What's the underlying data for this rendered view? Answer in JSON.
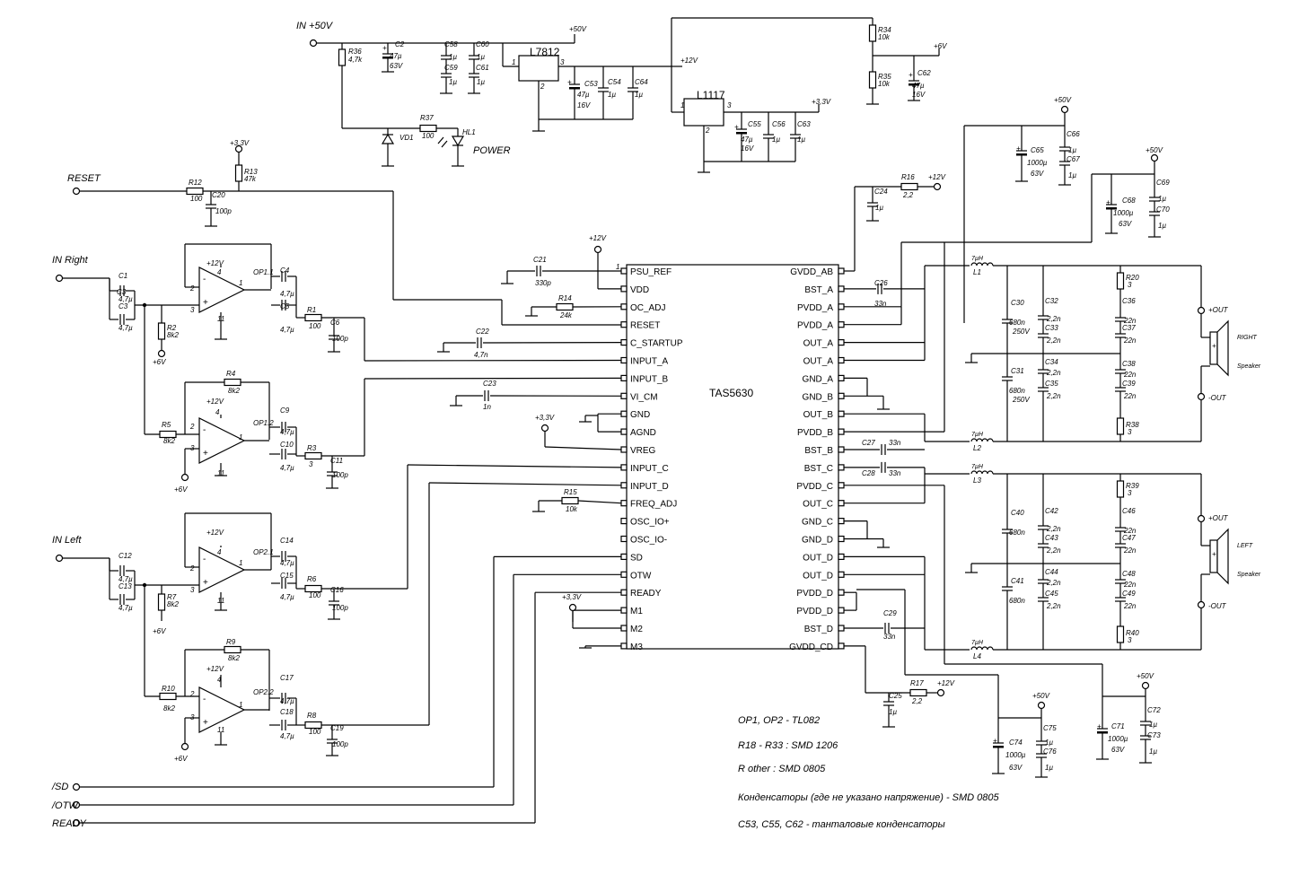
{
  "title": "",
  "ic": {
    "name": "TAS5630",
    "left_pins": [
      "PSU_REF",
      "VDD",
      "OC_ADJ",
      "RESET",
      "C_STARTUP",
      "INPUT_A",
      "INPUT_B",
      "VI_CM",
      "GND",
      "AGND",
      "VREG",
      "INPUT_C",
      "INPUT_D",
      "FREQ_ADJ",
      "OSC_IO+",
      "OSC_IO-",
      "SD",
      "OTW",
      "READY",
      "M1",
      "M2",
      "M3"
    ],
    "right_pins": [
      "GVDD_AB",
      "BST_A",
      "PVDD_A",
      "PVDD_A",
      "OUT_A",
      "OUT_A",
      "GND_A",
      "GND_B",
      "OUT_B",
      "PVDD_B",
      "BST_B",
      "BST_C",
      "PVDD_C",
      "OUT_C",
      "GND_C",
      "GND_D",
      "OUT_D",
      "OUT_D",
      "PVDD_D",
      "PVDD_D",
      "BST_D",
      "GVDD_CD"
    ],
    "pin1": "1"
  },
  "ports": {
    "in_50v": "IN +50V",
    "reset": "RESET",
    "in_right": "IN Right",
    "in_left": "IN Left",
    "sd": "/SD",
    "otw": "/OTW",
    "ready": "READY",
    "power": "POWER",
    "out_plus": "+OUT",
    "out_minus": "-OUT",
    "right": "RIGHT",
    "left": "LEFT",
    "speaker": "Speaker"
  },
  "rails": {
    "p50": "+50V",
    "p12": "+12V",
    "p6": "+6V",
    "p33": "+3,3V"
  },
  "regulators": {
    "l7812": "L7812",
    "l1117": "L1117",
    "p1": "1",
    "p2": "2",
    "p3": "3"
  },
  "opamps": {
    "op11": "OP1.1",
    "op12": "OP1.2",
    "op21": "OP2.1",
    "op22": "OP2.2",
    "n2": "2",
    "n3": "3",
    "n1": "1",
    "n4": "4",
    "n11": "11",
    "minus": "-",
    "plus": "+"
  },
  "components": {
    "R36": "R36",
    "R36v": "4,7k",
    "C2": "C2",
    "C2v": "47µ",
    "C2u": "63V",
    "C58": "C58",
    "C58v": "1µ",
    "C59": "C59",
    "C59v": "1µ",
    "C60": "C60",
    "C60v": "1µ",
    "C61": "C61",
    "C61v": "1µ",
    "C53": "C53",
    "C53v": "47µ",
    "C53u": "16V",
    "C54": "C54",
    "C54v": "1µ",
    "C64": "C64",
    "C64v": "1µ",
    "C55": "C55",
    "C55v": "47µ",
    "C55u": "16V",
    "C56": "C56",
    "C56v": "1µ",
    "C63": "C63",
    "C63v": "1µ",
    "R34": "R34",
    "R34v": "10k",
    "R35": "R35",
    "R35v": "10k",
    "C62": "C62",
    "C62v": "47µ",
    "C62u": "16V",
    "R37": "R37",
    "R37v": "100",
    "VD1": "VD1",
    "HL1": "HL1",
    "R12": "R12",
    "R12v": "100",
    "R13": "R13",
    "R13v": "47k",
    "C20": "C20",
    "C20v": "100p",
    "C1": "C1",
    "C1v": "4,7µ",
    "C3": "C3",
    "C3v": "4,7µ",
    "R2": "R2",
    "R2v": "8k2",
    "C4": "C4",
    "C4v": "4,7µ",
    "C5": "C5",
    "C5v": "4,7µ",
    "R1": "R1",
    "R1v": "100",
    "C6": "C6",
    "C6v": "100p",
    "R4": "R4",
    "R4v": "8k2",
    "R5": "R5",
    "R5v": "8k2",
    "C9": "C9",
    "C9v": "4,7µ",
    "C10": "C10",
    "C10v": "4,7µ",
    "R3": "R3",
    "R3v": "3",
    "C11": "C11",
    "C11v": "100p",
    "C12": "C12",
    "C12v": "4,7µ",
    "C13": "C13",
    "C13v": "4,7µ",
    "R7": "R7",
    "R7v": "8k2",
    "C14": "C14",
    "C14v": "4,7µ",
    "C15": "C15",
    "C15v": "4,7µ",
    "R6": "R6",
    "R6v": "100",
    "C16": "C16",
    "C16v": "100p",
    "R9": "R9",
    "R9v": "8k2",
    "R10": "R10",
    "R10v": "8k2",
    "C17": "C17",
    "C17v": "4,7µ",
    "C18": "C18",
    "C18v": "4,7µ",
    "R8": "R8",
    "R8v": "100",
    "C19": "C19",
    "C19v": "100p",
    "C21": "C21",
    "C21v": "330p",
    "R14": "R14",
    "R14v": "24k",
    "C22": "C22",
    "C22v": "4,7n",
    "C23": "C23",
    "C23v": "1n",
    "R15": "R15",
    "R15v": "10k",
    "C24": "C24",
    "C24v": "1µ",
    "R16": "R16",
    "R16v": "2,2",
    "C26": "C26",
    "C26v": "33n",
    "C27": "C27",
    "C27v": "33n",
    "C28": "C28",
    "C28v": "33n",
    "C29": "C29",
    "C29v": "33n",
    "C25": "C25",
    "C25v": "1µ",
    "R17": "R17",
    "R17v": "2,2",
    "C65": "C65",
    "C65v": "1000µ",
    "C65u": "63V",
    "C66": "C66",
    "C66v": "1µ",
    "C67": "C67",
    "C67v": "1µ",
    "C68": "C68",
    "C68v": "1000µ",
    "C68u": "63V",
    "C69": "C69",
    "C69v": "1µ",
    "C70": "C70",
    "C70v": "1µ",
    "L1": "L1",
    "L2": "L2",
    "L3": "L3",
    "L4": "L4",
    "Lv": "7µH",
    "C30": "C30",
    "C30v": "680n",
    "C30u": "250V",
    "C31": "C31",
    "C31v": "680n",
    "C31u": "250V",
    "C32": "C32",
    "C33": "C33",
    "C34": "C34",
    "C35": "C35",
    "C2n2": "2,2n",
    "R20": "R20",
    "R38": "R38",
    "R39": "R39",
    "R40": "R40",
    "C36": "C36",
    "C37": "C37",
    "C38": "C38",
    "C39": "C39",
    "C22n": "22n",
    "C40": "C40",
    "C40v": "680n",
    "C41": "C41",
    "C41v": "680n",
    "C42": "C42",
    "C43": "C43",
    "C44": "C44",
    "C45": "C45",
    "C46": "C46",
    "C47": "C47",
    "C48": "C48",
    "C49": "C49",
    "C71": "C71",
    "C71v": "1000µ",
    "C71u": "63V",
    "C72": "C72",
    "C72v": "1µ",
    "C73": "C73",
    "C73v": "1µ",
    "C74": "C74",
    "C74v": "1000µ",
    "C74u": "63V",
    "C75": "C75",
    "C75v": "1µ",
    "C76": "C76",
    "C76v": "1µ",
    "plus": "+"
  },
  "notes": [
    "OP1, OP2 - TL082",
    "R18 - R33 : SMD 1206",
    "R other : SMD 0805",
    "Конденсаторы (где не указано напряжение) - SMD 0805",
    "C53, C55, C62 - танталовые конденсаторы"
  ]
}
